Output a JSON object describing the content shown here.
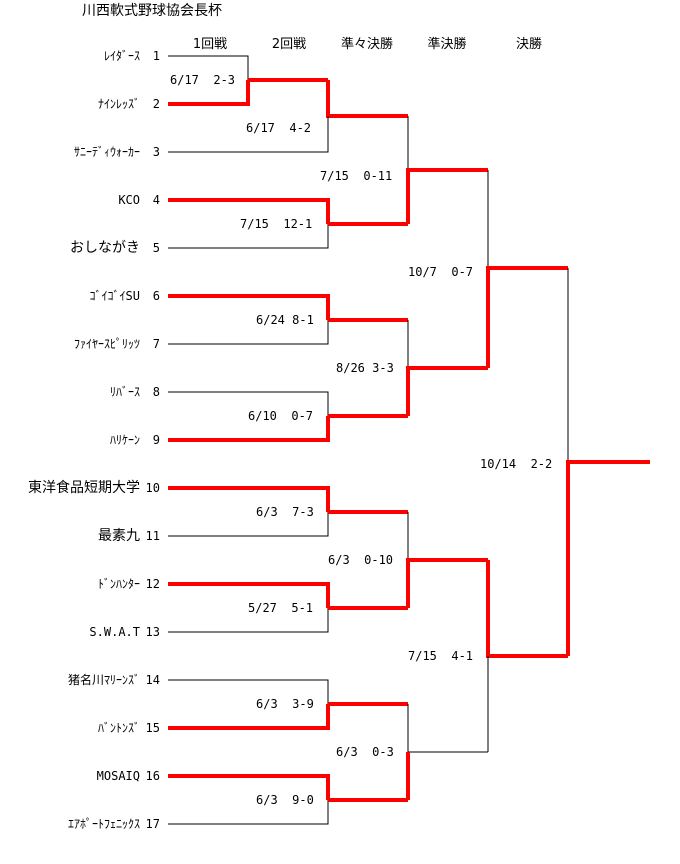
{
  "title": "川西軟式野球協会長杯",
  "rounds": [
    "1回戦",
    "2回戦",
    "準々決勝",
    "準決勝",
    "決勝"
  ],
  "teams": [
    {
      "name": "ﾚｲﾀﾞｰｽ",
      "seed": "1"
    },
    {
      "name": "ﾅｲﾝﾚｯｽﾞ",
      "seed": "2"
    },
    {
      "name": "ｻﾆｰﾃﾞｨｳｫｰｶｰ",
      "seed": "3"
    },
    {
      "name": "KCO",
      "seed": "4"
    },
    {
      "name": "おしながき",
      "seed": "5"
    },
    {
      "name": "ｺﾞｲｺﾞｲSU",
      "seed": "6"
    },
    {
      "name": "ﾌｧｲﾔｰｽﾋﾟﾘｯﾂ",
      "seed": "7"
    },
    {
      "name": "ﾘﾊﾞｰｽ",
      "seed": "8"
    },
    {
      "name": "ﾊﾘｹｰﾝ",
      "seed": "9"
    },
    {
      "name": "東洋食品短期大学",
      "seed": "10"
    },
    {
      "name": "最素九",
      "seed": "11"
    },
    {
      "name": "ﾄﾞﾝﾊﾝﾀｰ",
      "seed": "12"
    },
    {
      "name": "S.W.A.T",
      "seed": "13"
    },
    {
      "name": "猪名川ﾏﾘｰﾝｽﾞ",
      "seed": "14"
    },
    {
      "name": "ﾊﾞﾝﾄﾝｽﾞ",
      "seed": "15"
    },
    {
      "name": "MOSAIQ",
      "seed": "16"
    },
    {
      "name": "ｴｱﾎﾟｰﾄﾌｪﾆｯｸｽ",
      "seed": "17"
    }
  ],
  "scores": [
    "6/17  2-3",
    "6/17  4-2",
    "7/15  12-1",
    "6/24 8-1",
    "6/10  0-7",
    "6/3  7-3",
    "5/27  5-1",
    "6/3  3-9",
    "6/3  9-0",
    "7/15  0-11",
    "8/26 3-3",
    "6/3  0-10",
    "6/3  0-3",
    "10/7  0-7",
    "7/15  4-1",
    "10/14  2-2"
  ],
  "colors": {
    "winner": "#ff0000",
    "line": "#000000"
  }
}
